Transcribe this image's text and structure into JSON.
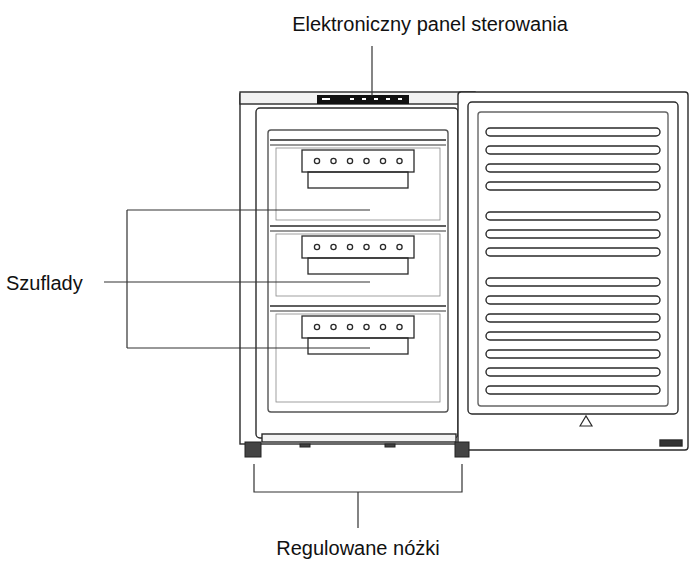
{
  "diagram": {
    "labels": [
      "Elektroniczny panel sterowania",
      "Szuflady",
      "Regulowane nóżki"
    ]
  }
}
